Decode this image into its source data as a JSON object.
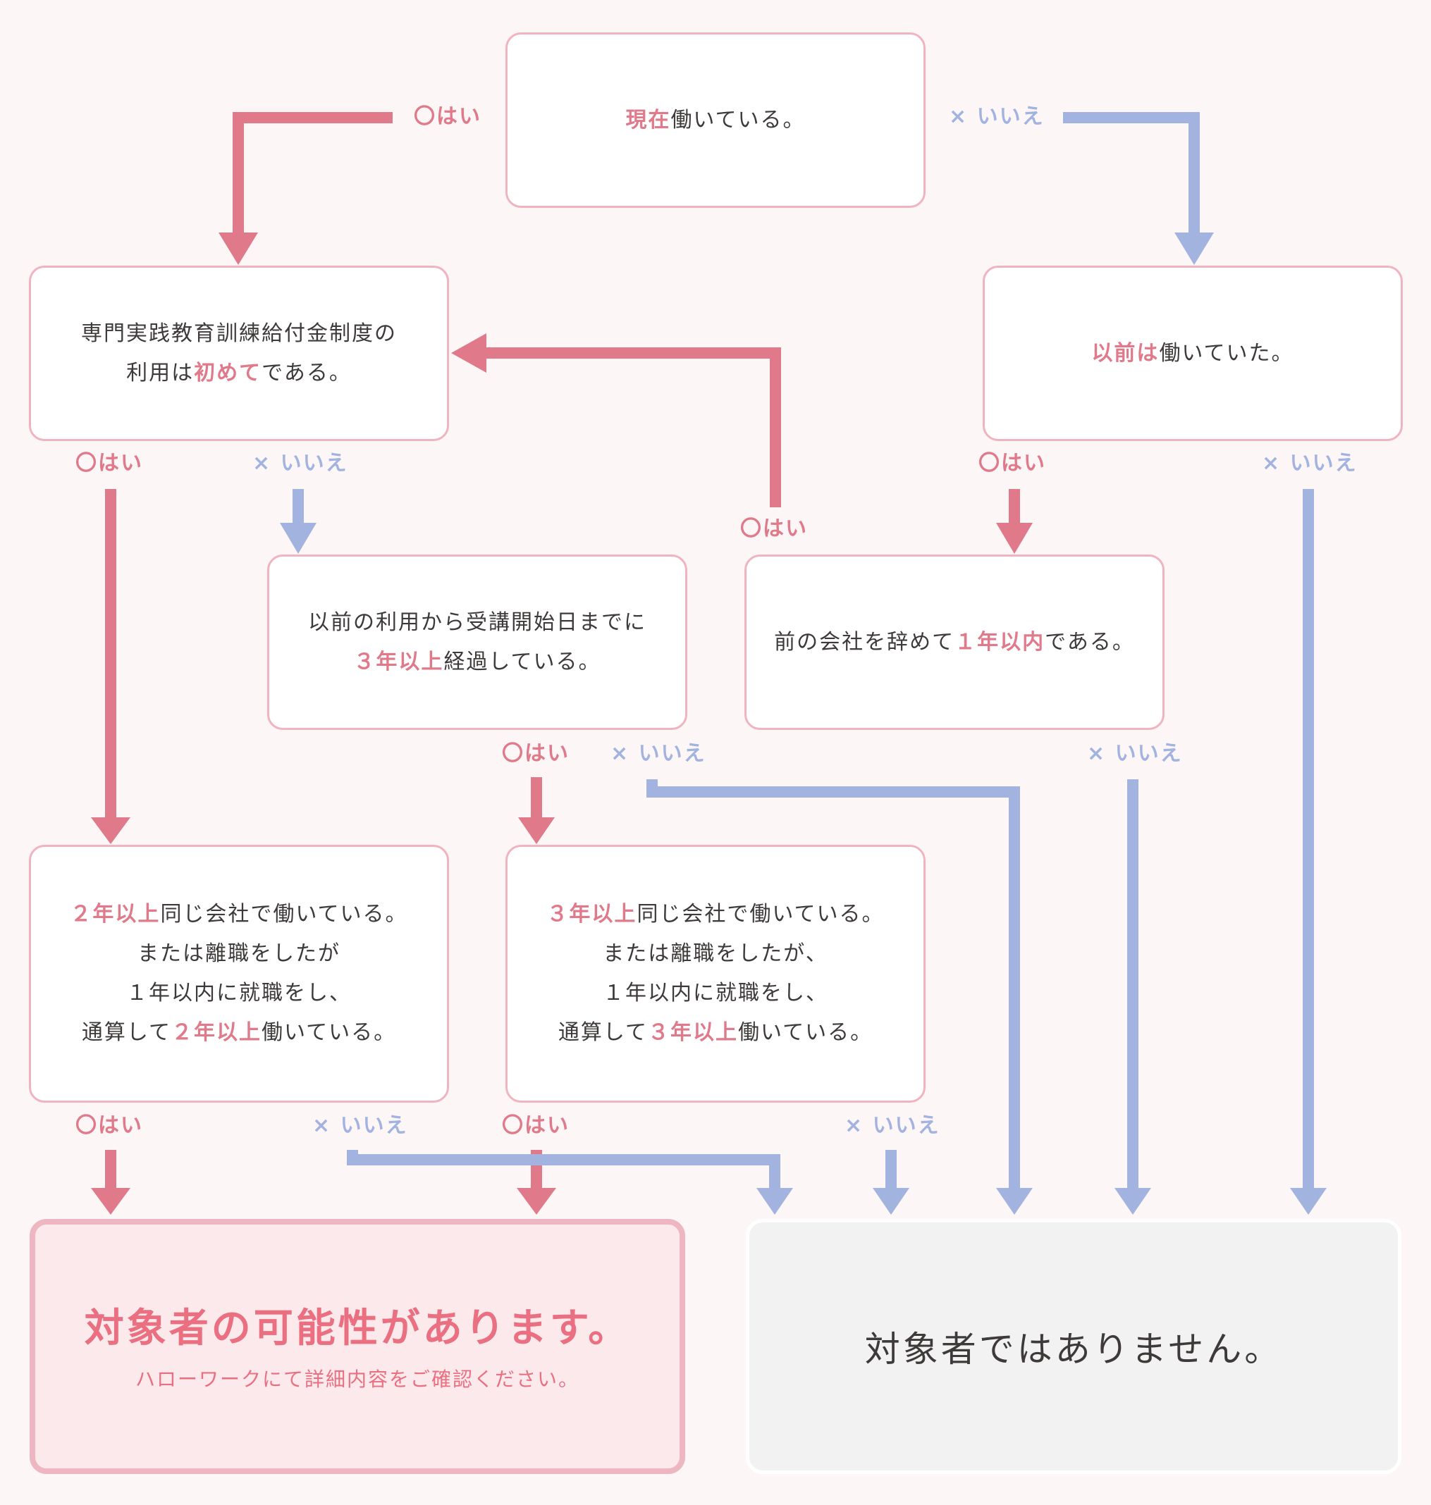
{
  "colors": {
    "yes": "#e07a8b",
    "no": "#a3b3e0",
    "box_border": "#efb4c0",
    "background": "#fdf6f6"
  },
  "labels": {
    "yes": "〇はい",
    "no": "× いいえ"
  },
  "q1": {
    "hl": "現在",
    "rest": "働いている。"
  },
  "q2": {
    "line1": "専門実践教育訓練給付金制度の",
    "line2_pre": "利用は",
    "line2_hl": "初めて",
    "line2_post": "である。"
  },
  "q3": {
    "hl": "以前は",
    "rest": "働いていた。"
  },
  "q4": {
    "line1": "以前の利用から受講開始日までに",
    "line2_hl": "３年以上",
    "line2_post": "経過している。"
  },
  "q5": {
    "pre": "前の会社を辞めて",
    "hl": "１年以内",
    "post": "である。"
  },
  "q6": {
    "line1_hl": "２年以上",
    "line1_post": "同じ会社で働いている。",
    "line2": "または離職をしたが",
    "line3": "１年以内に就職をし、",
    "line4_pre": "通算して",
    "line4_hl": "２年以上",
    "line4_post": "働いている。"
  },
  "q7": {
    "line1_hl": "３年以上",
    "line1_post": "同じ会社で働いている。",
    "line2": "または離職をしたが、",
    "line3": "１年以内に就職をし、",
    "line4_pre": "通算して",
    "line4_hl": "３年以上",
    "line4_post": "働いている。"
  },
  "result_yes": {
    "title": "対象者の可能性があります。",
    "subtitle": "ハローワークにて詳細内容をご確認ください。"
  },
  "result_no": {
    "title": "対象者ではありません。"
  }
}
